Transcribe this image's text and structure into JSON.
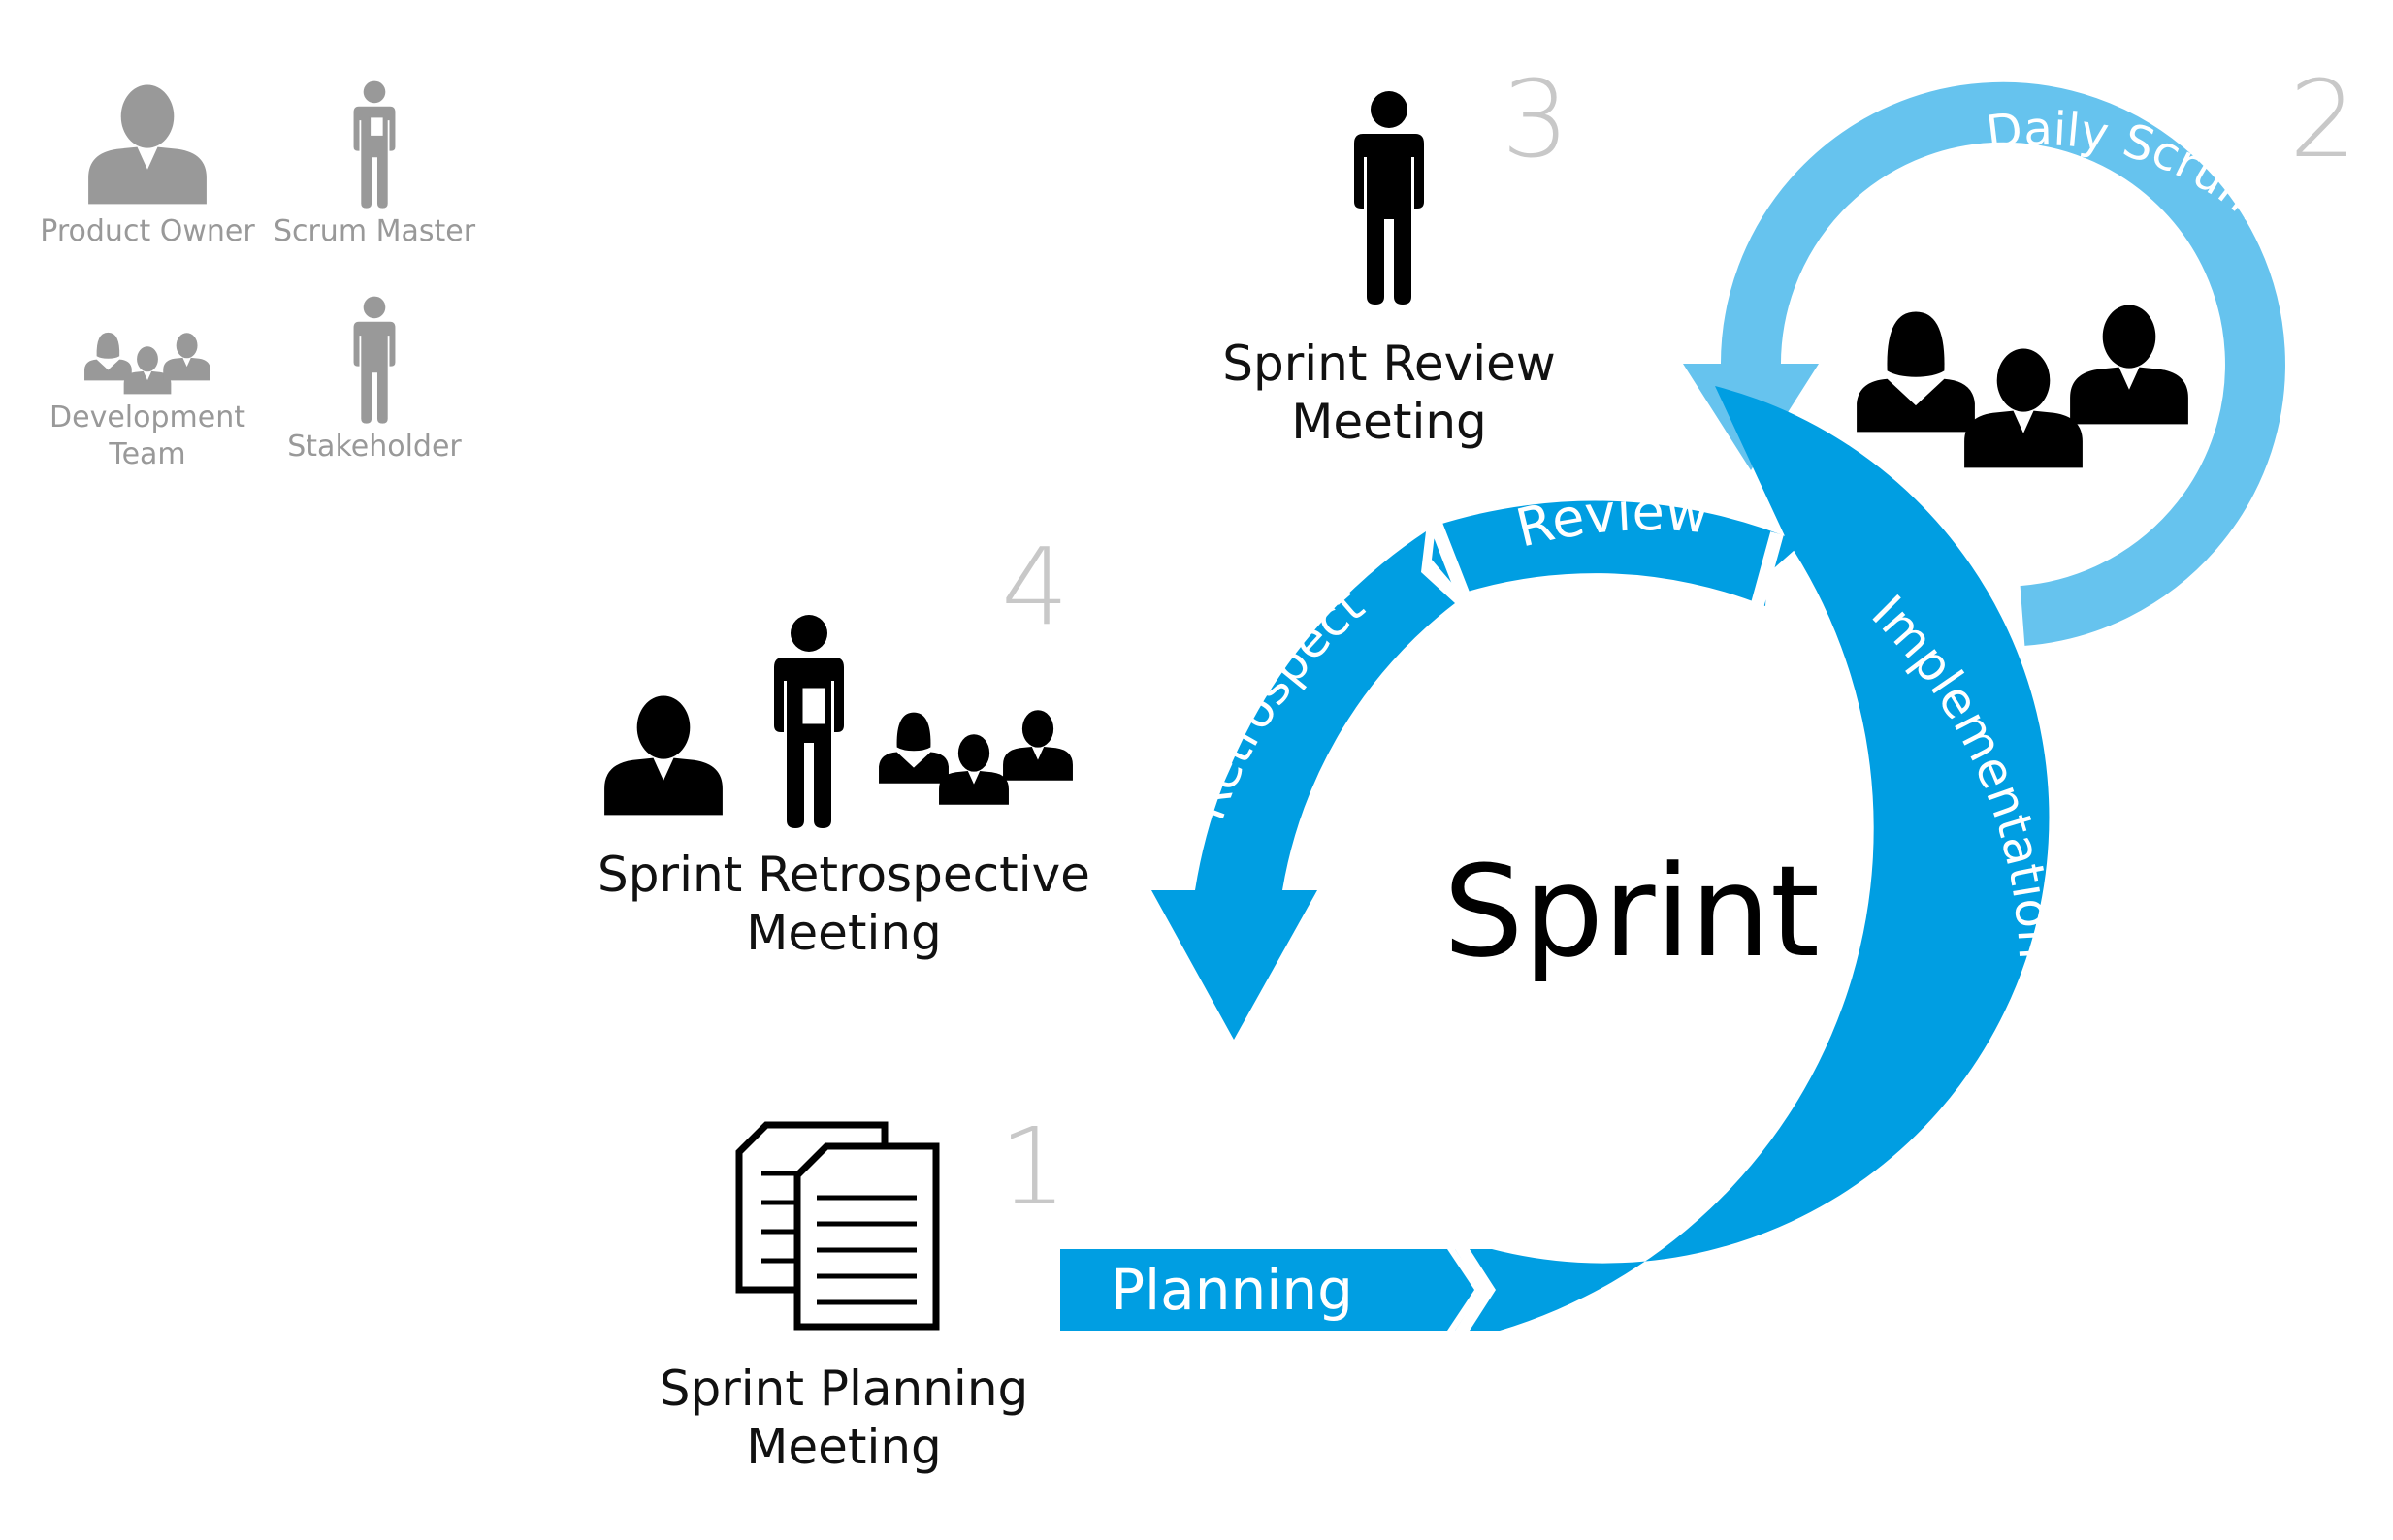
{
  "legend": {
    "product_owner": "Product Owner",
    "scrum_master": "Scrum Master",
    "development_team_line1": "Development",
    "development_team_line2": "Team",
    "stakeholder": "Stakeholder"
  },
  "cycle": {
    "center_label": "Sprint",
    "phases": {
      "planning": "Planning",
      "implementation": "Implementation",
      "review": "Review",
      "retrospect": "Retrospect"
    },
    "daily": "Daily Scrum"
  },
  "meetings": {
    "planning": {
      "number": "1",
      "line1": "Sprint Planning",
      "line2": "Meeting"
    },
    "daily": {
      "number": "2"
    },
    "review": {
      "number": "3",
      "line1": "Sprint Review",
      "line2": "Meeting"
    },
    "retrospective": {
      "number": "4",
      "line1": "Sprint Retrospective",
      "line2": "Meeting"
    }
  },
  "colors": {
    "main_blue": "#009ee2",
    "light_blue": "#66c3ee",
    "legend_gray": "#999999",
    "number_gray": "#c8c8c8",
    "ink": "#111111"
  },
  "icons": {
    "product_owner": "businessman-icon",
    "scrum_master": "person-with-clipboard-icon",
    "development_team": "team-group-icon",
    "stakeholder": "standing-person-icon",
    "planning": "documents-icon"
  }
}
